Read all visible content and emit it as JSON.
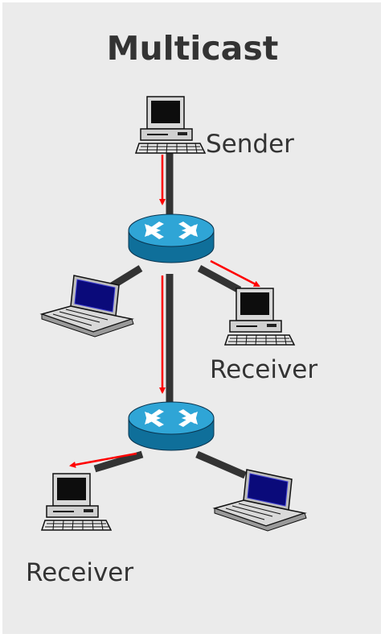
{
  "title": "Multicast",
  "labels": {
    "sender": "Sender",
    "receiver_1": "Receiver",
    "receiver_2": "Receiver"
  },
  "colors": {
    "panel_background": "#ebebeb",
    "link": "#333333",
    "multicast_arrow": "#ff0000",
    "router": "#1b8fc0",
    "laptop_screen": "#0a0a7a"
  },
  "icons": {
    "sender": "desktop-computer-icon",
    "receiver_1": "desktop-computer-icon",
    "receiver_2": "desktop-computer-icon",
    "router_1": "router-icon",
    "router_2": "router-icon",
    "laptop_1": "laptop-icon",
    "laptop_2": "laptop-icon"
  }
}
